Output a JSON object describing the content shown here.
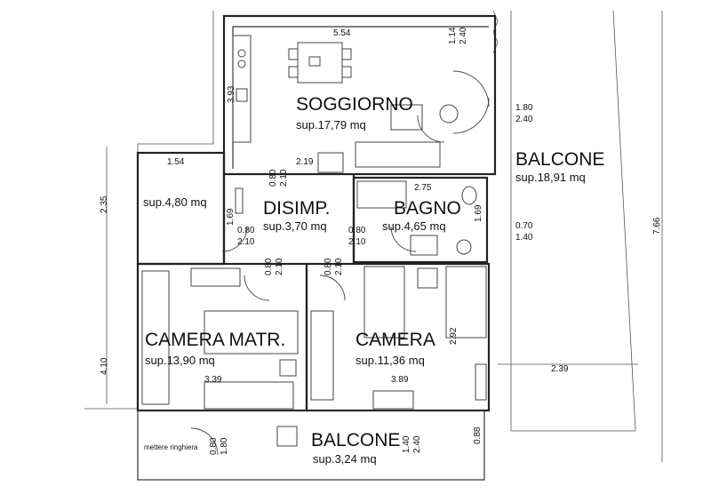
{
  "rooms": {
    "soggiorno": {
      "name": "SOGGIORNO",
      "area": "sup.17,79 mq"
    },
    "balcone_east": {
      "name": "BALCONE",
      "area": "sup.18,91 mq"
    },
    "ripostiglio": {
      "area": "sup.4,80 mq"
    },
    "disimpegno": {
      "name": "DISIMP.",
      "area": "sup.3,70 mq"
    },
    "bagno": {
      "name": "BAGNO",
      "area": "sup.4,65 mq"
    },
    "camera_matr": {
      "name": "CAMERA MATR.",
      "area": "sup.13,90 mq"
    },
    "camera": {
      "name": "CAMERA",
      "area": "sup.11,36 mq"
    },
    "balcone_south": {
      "name": "BALCONE",
      "area": "sup.3,24 mq"
    }
  },
  "dimensions": {
    "d_554": "5.54",
    "d_114": "1.14",
    "d_240a": "2.40",
    "d_393": "3.93",
    "d_180a": "1.80",
    "d_240b": "2.40",
    "d_154": "1.54",
    "d_219": "2.19",
    "d_080a": "0.80",
    "d_210a": "2.10",
    "d_275": "2.75",
    "d_235": "2.35",
    "d_169a": "1.69",
    "d_080b": "0.80",
    "d_210b": "2.10",
    "d_080c": "0.80",
    "d_210c": "2.10",
    "d_169b": "1.69",
    "d_070": "0.70",
    "d_140a": "1.40",
    "d_766": "7.66",
    "d_080d": "0.80",
    "d_210d": "2.10",
    "d_080e": "0.80",
    "d_210e": "2.10",
    "d_292": "2.92",
    "d_410": "4.10",
    "d_239": "2.39",
    "d_339": "3.39",
    "d_389": "3.89",
    "d_080f": "0.80",
    "d_180b": "1.80",
    "d_140b": "1.40",
    "d_240c": "2.40",
    "d_088": "0.88"
  },
  "notes": {
    "railing": "mettere ringhiera"
  },
  "colors": {
    "ink": "#111111",
    "wall": "#222222",
    "background": "#ffffff"
  }
}
